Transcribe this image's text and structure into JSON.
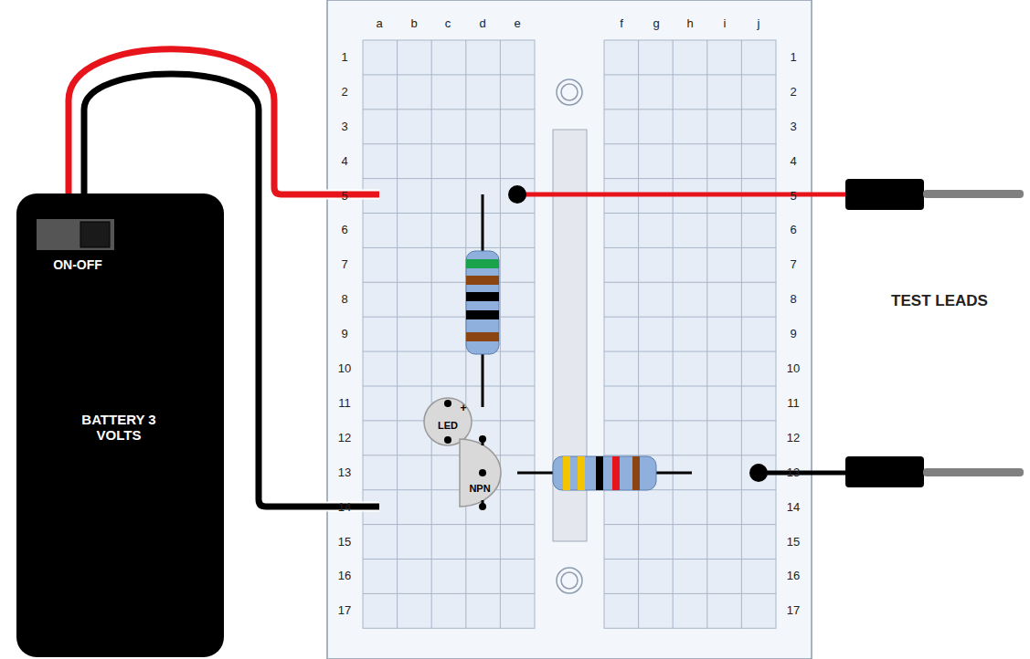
{
  "diagram": {
    "nodes": [
      {
        "text": [
          "ON-OFF",
          "BATTERY 3 VOLTS"
        ]
      },
      {
        "text": [
          "LED",
          "+"
        ]
      },
      {
        "text": [
          "NPN"
        ]
      }
    ],
    "labels": [
      "a",
      "b",
      "c",
      "d",
      "e",
      "f",
      "g",
      "h",
      "i",
      "j",
      "1",
      "2",
      "3",
      "4",
      "5",
      "6",
      "7",
      "8",
      "9",
      "10",
      "11",
      "12",
      "13",
      "14",
      "15",
      "16",
      "17",
      "1",
      "2",
      "3",
      "4",
      "5",
      "6",
      "7",
      "8",
      "9",
      "10",
      "11",
      "12",
      "13",
      "14",
      "15",
      "16",
      "17",
      "TEST LEADS"
    ]
  }
}
